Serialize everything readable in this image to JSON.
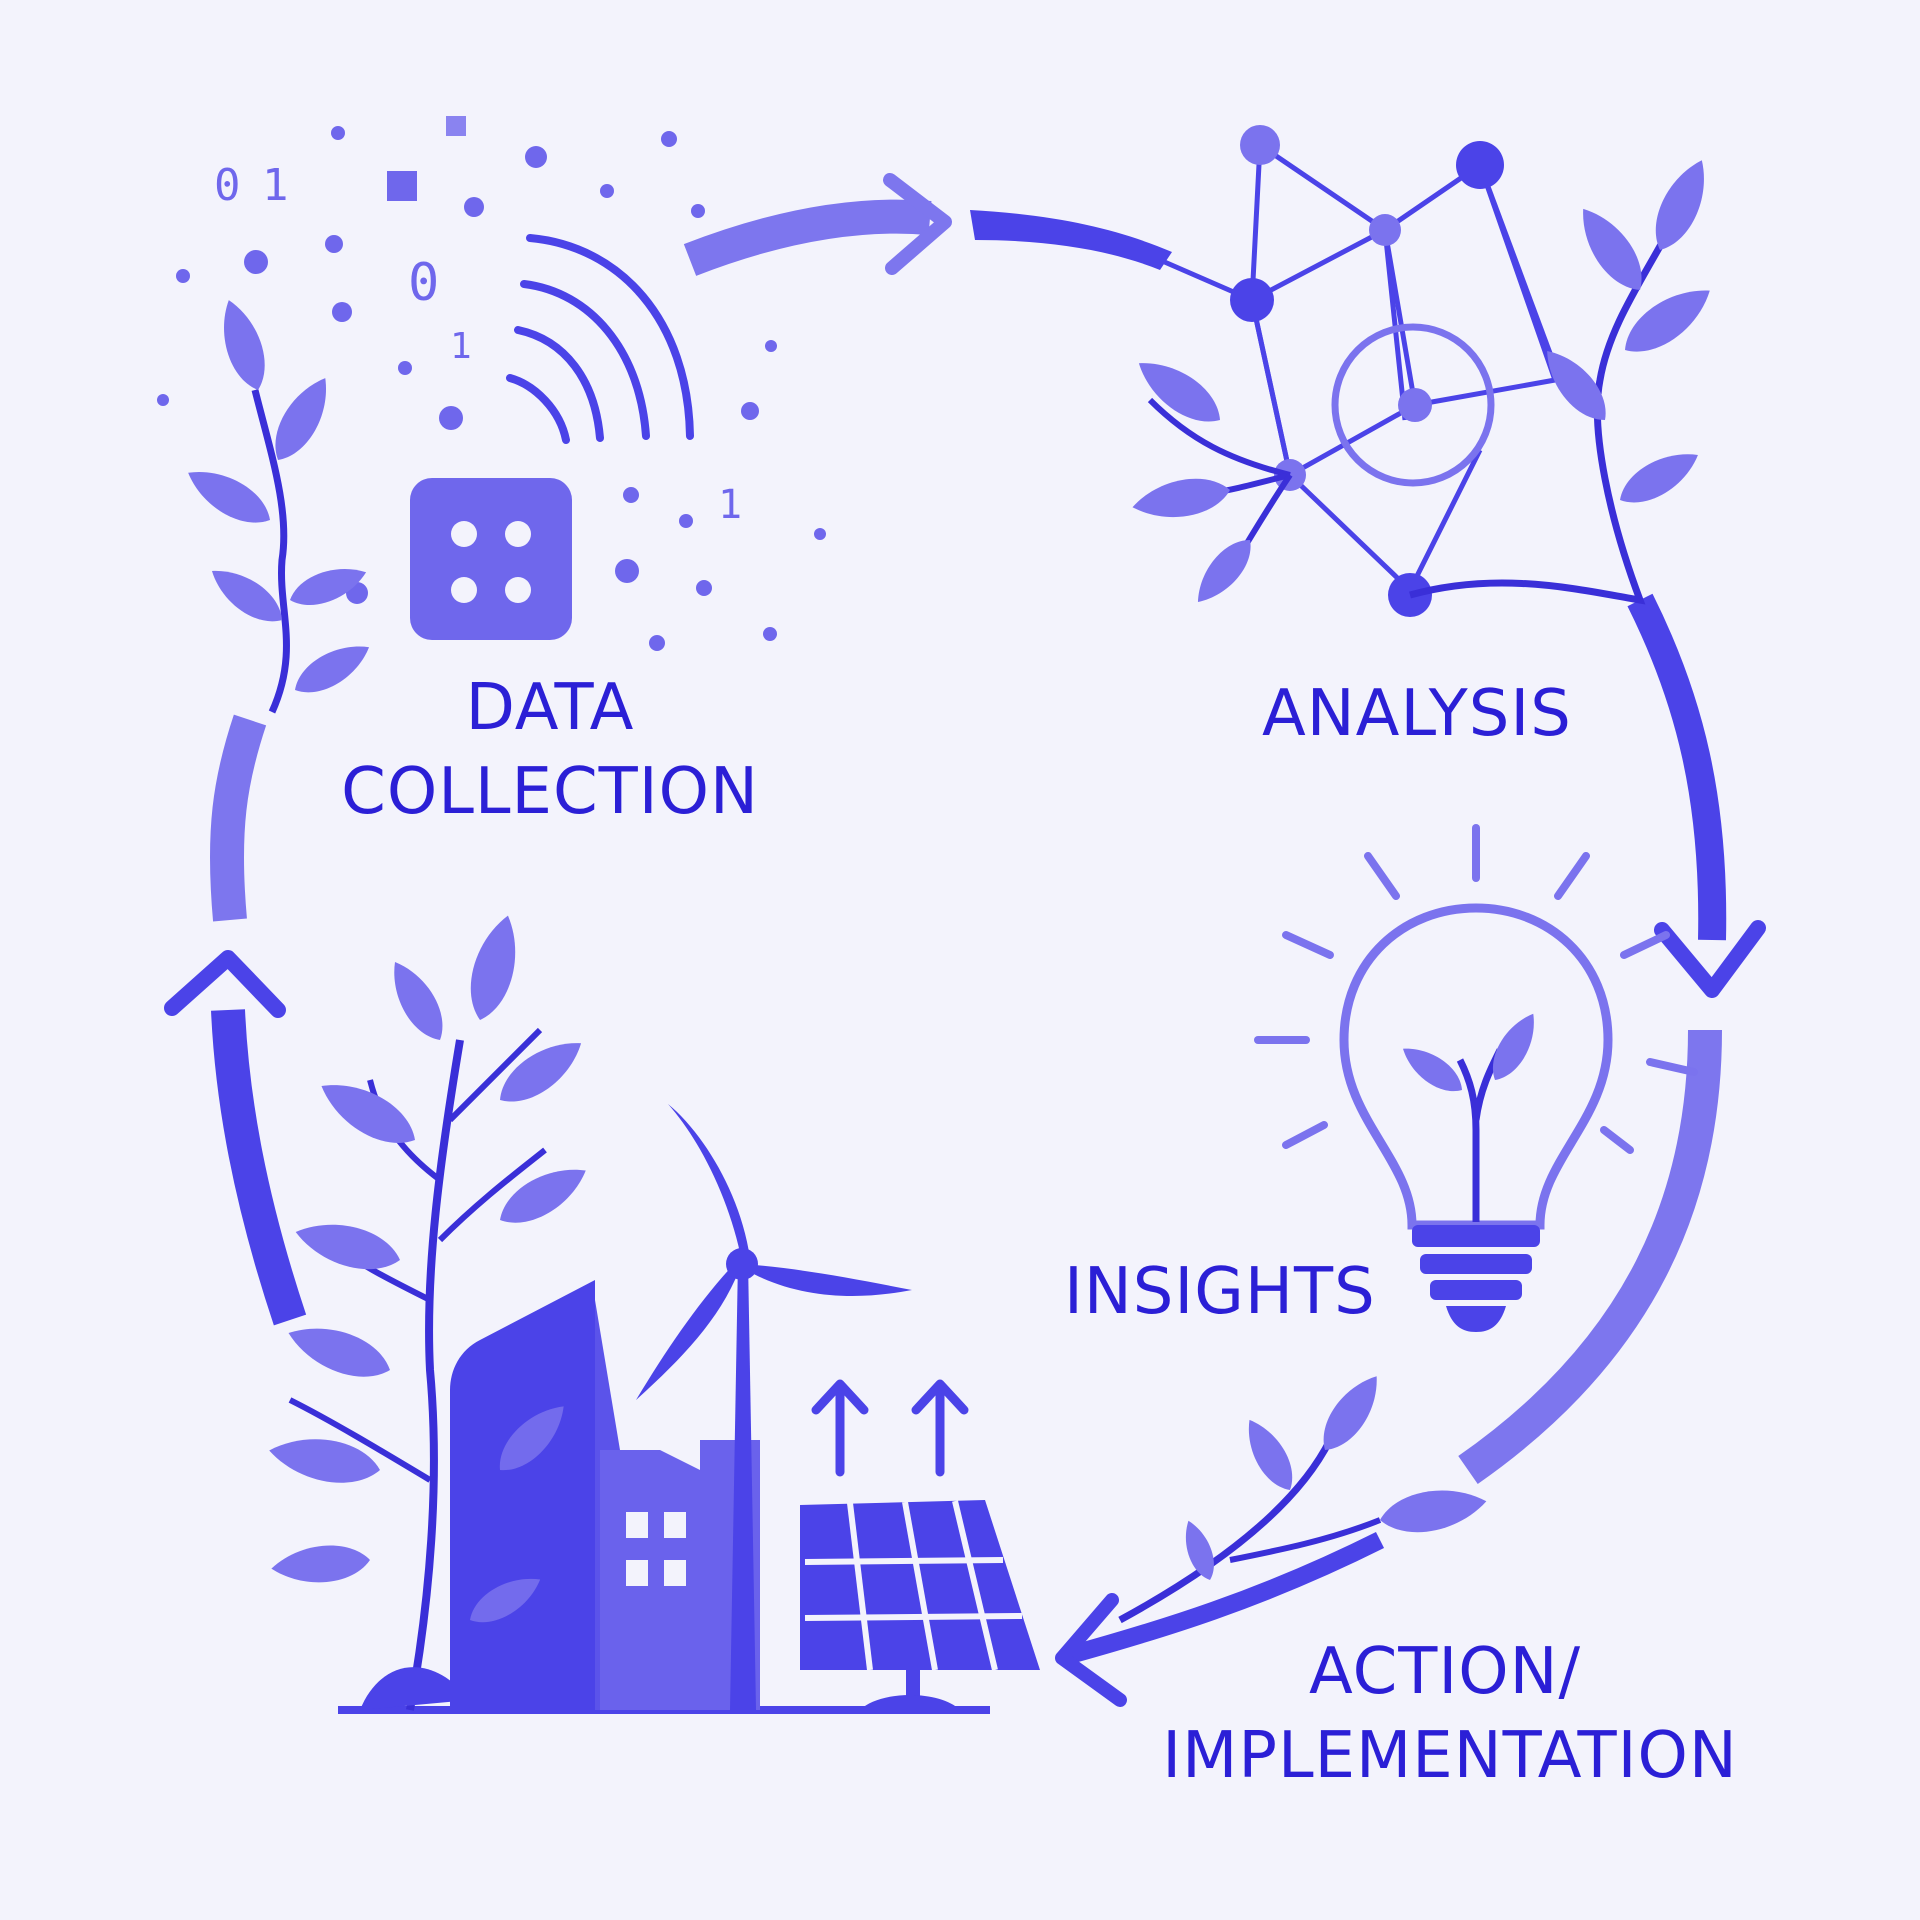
{
  "diagram": {
    "stages": {
      "data_collection": {
        "line1": "DATA",
        "line2": "COLLECTION"
      },
      "analysis": {
        "label": "ANALYSIS"
      },
      "insights": {
        "label": "INSIGHTS"
      },
      "action": {
        "line1": "ACTION/",
        "line2": "IMPLEMENTATION"
      }
    },
    "binary_glyphs": [
      "0",
      "1",
      "0",
      "1",
      "1"
    ],
    "colors": {
      "background": "#f3f3fc",
      "primary": "#4b43e8",
      "light": "#7b73ee",
      "label": "#2b1fd6"
    },
    "icons": [
      "sensor-device-icon",
      "wifi-signal-icon",
      "network-graph-icon",
      "lightbulb-sprout-icon",
      "wind-turbine-icon",
      "solar-panel-icon",
      "building-icon",
      "leaf-branch-icon",
      "cycle-arrow-icon"
    ]
  }
}
